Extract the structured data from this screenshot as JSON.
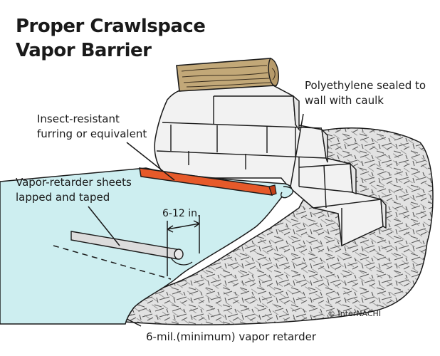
{
  "title": {
    "line1": "Proper Crawlspace",
    "line2": "Vapor Barrier"
  },
  "labels": {
    "furring": {
      "line1": "Insect-resistant",
      "line2": "furring or equivalent"
    },
    "sheets": {
      "line1": "Vapor-retarder sheets",
      "line2": "lapped and taped"
    },
    "polyethylene": {
      "line1": "Polyethylene sealed to",
      "line2": "wall with caulk"
    },
    "overlap": "6-12 in.",
    "retarder": "6-mil.(minimum) vapor retarder"
  },
  "credit": "© InterNACHI",
  "colors": {
    "vapor": "#cdeef0",
    "block": "#f2f2f2",
    "furring": "#e65a2a",
    "wood": "#c2a878",
    "soil": "#e0e0e0",
    "line": "#1a1a1a"
  }
}
